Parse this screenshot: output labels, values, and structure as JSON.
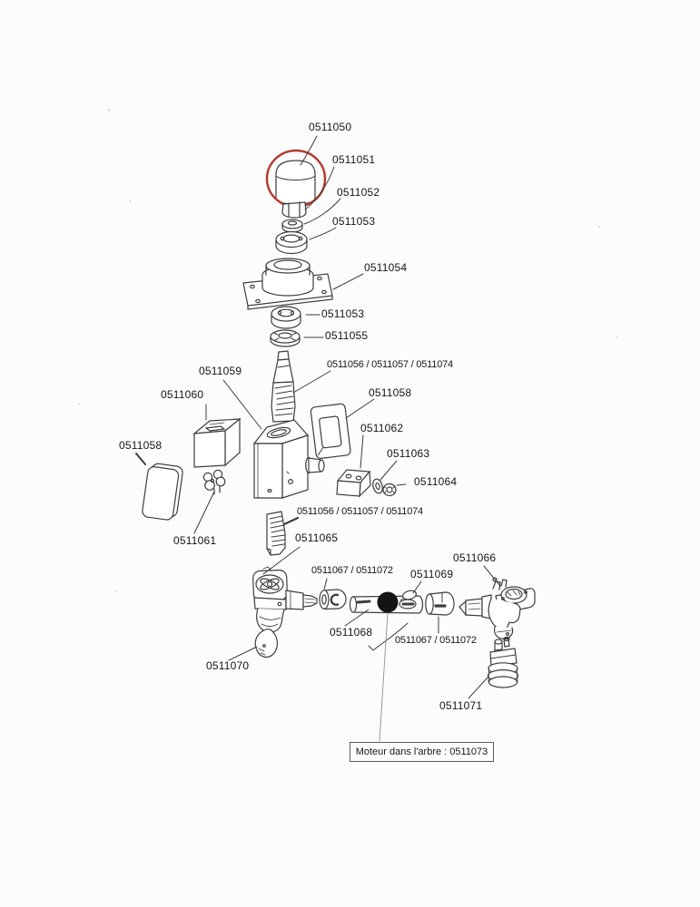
{
  "page": {
    "background": "#fcfcfc"
  },
  "diagram": {
    "type": "exploded-view-parts-diagram",
    "line_color": "#3d3d3d",
    "highlight_color": "#b5392e",
    "shaft_ball_color": "#141414",
    "labels": [
      {
        "text": "0511050"
      },
      {
        "text": "0511051"
      },
      {
        "text": "0511052"
      },
      {
        "text": "0511053"
      },
      {
        "text": "0511054"
      },
      {
        "text": "0511053"
      },
      {
        "text": "0511055"
      },
      {
        "text": "0511059"
      },
      {
        "text": "0511056 / 0511057 / 0511074"
      },
      {
        "text": "0511060"
      },
      {
        "text": "0511058"
      },
      {
        "text": "0511062"
      },
      {
        "text": "0511058"
      },
      {
        "text": "0511063"
      },
      {
        "text": "0511064"
      },
      {
        "text": "0511056 / 0511057 / 0511074"
      },
      {
        "text": "0511061"
      },
      {
        "text": "0511065"
      },
      {
        "text": "0511066"
      },
      {
        "text": "0511067 / 0511072"
      },
      {
        "text": "0511069"
      },
      {
        "text": "0511068"
      },
      {
        "text": "0511067 / 0511072"
      },
      {
        "text": "0511070"
      },
      {
        "text": "0511071"
      }
    ],
    "callout": {
      "text": "Moteur dans l'arbre : 0511073"
    }
  }
}
